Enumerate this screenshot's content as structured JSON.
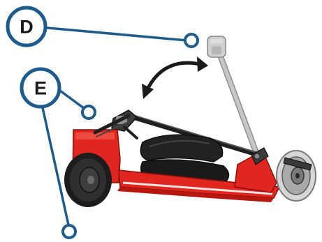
{
  "callouts": [
    {
      "letter": "D",
      "target": "handlebar-tiller-top"
    },
    {
      "letter": "E",
      "target": "tiller-fold-hinge"
    }
  ],
  "colors": {
    "callout_blue": "#1d5b8c",
    "frame_red": "#e0261f",
    "arrow_black": "#1a1a1a",
    "tiller_gray": "#bdbdbd",
    "seat_black": "#222222"
  },
  "icons": [
    "rotate-arrow-icon"
  ]
}
